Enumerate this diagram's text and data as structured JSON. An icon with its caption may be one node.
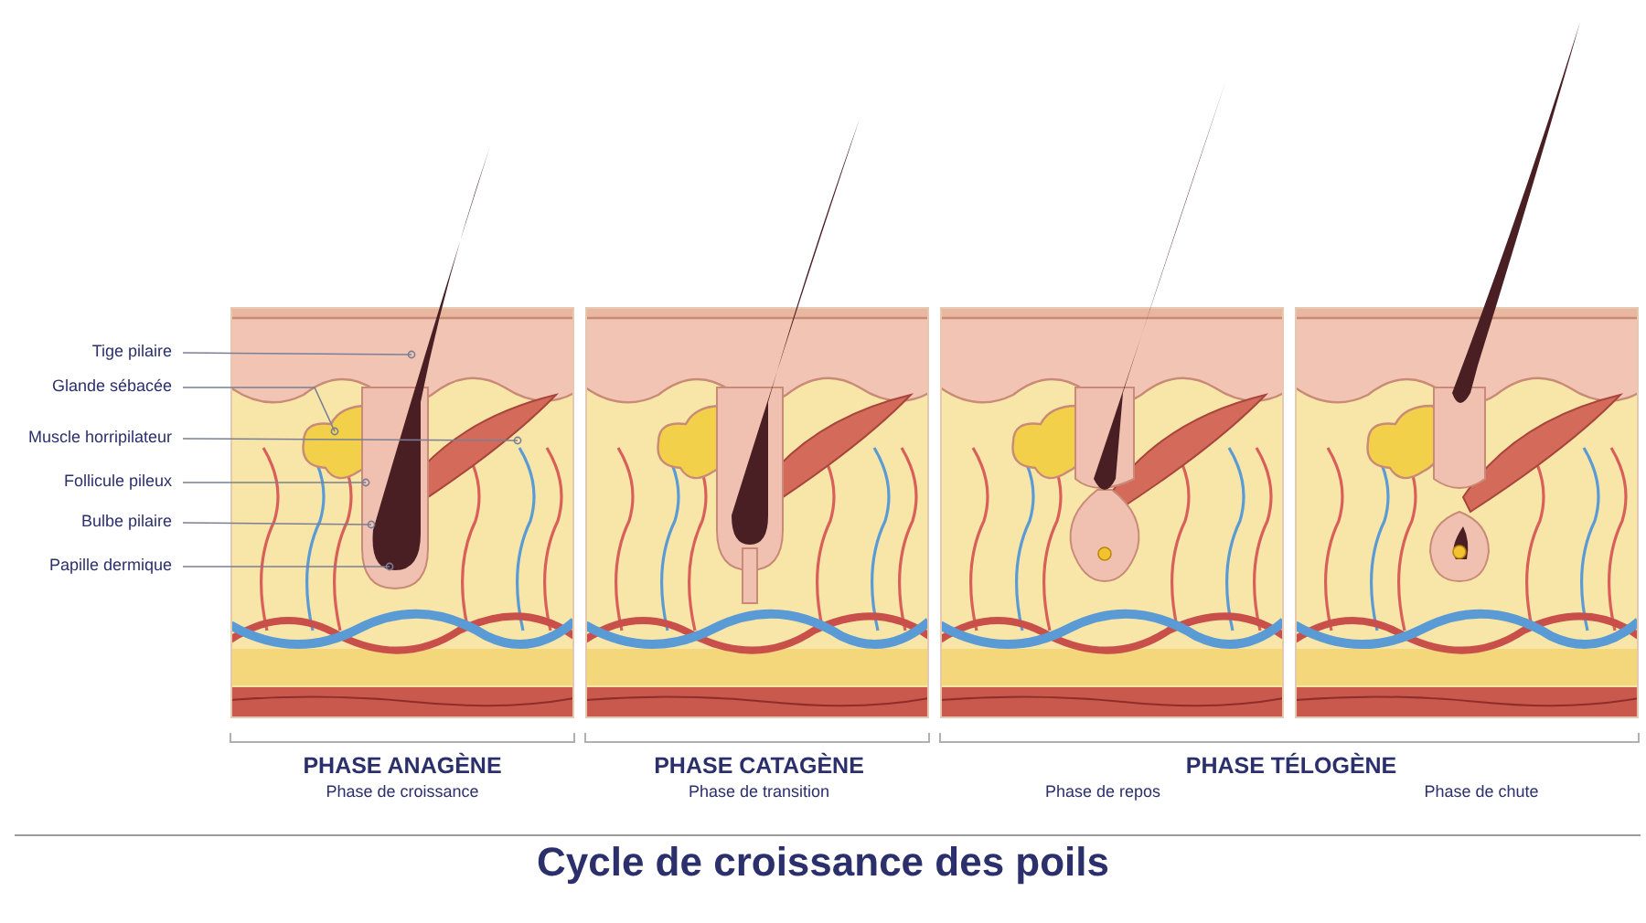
{
  "diagram": {
    "title": "Cycle de croissance des poils",
    "nodes": [
      {
        "text": [
          "Tige pilaire"
        ]
      },
      {
        "text": [
          "Glande sébacée"
        ]
      },
      {
        "text": [
          "Muscle horripilateur"
        ]
      },
      {
        "text": [
          "Follicule pileux"
        ]
      },
      {
        "text": [
          "Bulbe pilaire"
        ]
      },
      {
        "text": [
          "Papille dermique"
        ]
      }
    ],
    "edges": [
      {
        "from": 0,
        "to": null,
        "arrow": "other"
      },
      {
        "from": 1,
        "to": null,
        "arrow": "other"
      },
      {
        "from": 2,
        "to": null,
        "arrow": "other"
      },
      {
        "from": 3,
        "to": null,
        "arrow": "other"
      },
      {
        "from": 4,
        "to": null,
        "arrow": "other"
      },
      {
        "from": 5,
        "to": null,
        "arrow": "other"
      }
    ],
    "labels": [
      "PHASE ANAGÈNE",
      "Phase de croissance",
      "PHASE CATAGÈNE",
      "Phase de transition",
      "PHASE TÉLOGÈNE",
      "Phase de repos",
      "Phase de chute"
    ]
  }
}
